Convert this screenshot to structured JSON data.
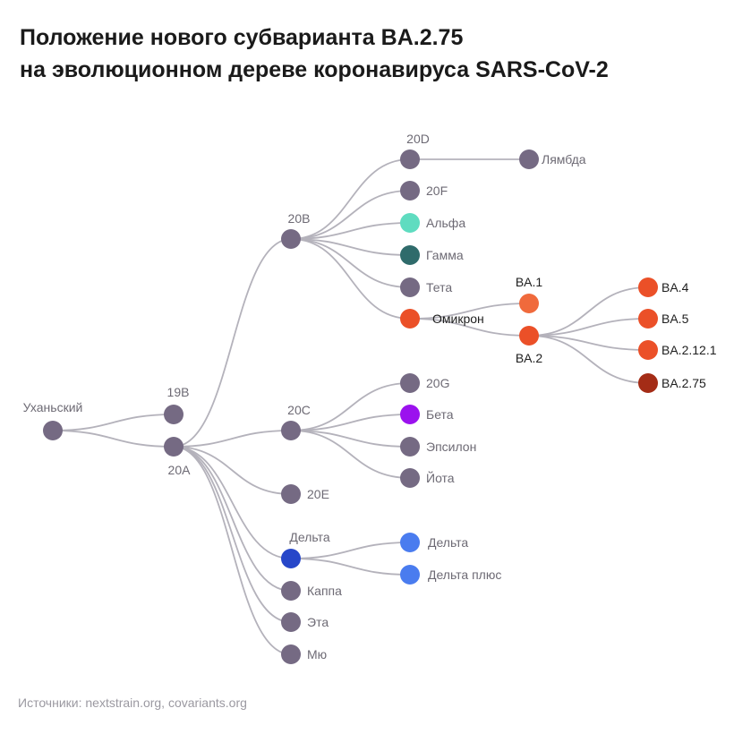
{
  "title": {
    "line1": "Положение нового субварианта BA.2.75",
    "line2": "на эволюционном дереве коронавируса SARS-CoV-2"
  },
  "source": "Источники: nextstrain.org, covariants.org",
  "colors": {
    "default": "#756a83",
    "alpha": "#5fdcc0",
    "gamma": "#2f6b6b",
    "omicron": "#eb5028",
    "ba1": "#f06a3c",
    "ba275": "#a42c16",
    "beta": "#9b12ee",
    "delta_parent": "#2747c9",
    "delta": "#4a7cef",
    "edge": "#b4b2bb"
  },
  "nodes": [
    {
      "id": "wuhan",
      "label": "Уханьский",
      "color": "default"
    },
    {
      "id": "19b",
      "label": "19B",
      "color": "default"
    },
    {
      "id": "20a",
      "label": "20A",
      "color": "default"
    },
    {
      "id": "20b",
      "label": "20B",
      "color": "default"
    },
    {
      "id": "20d",
      "label": "20D",
      "color": "default"
    },
    {
      "id": "lambda",
      "label": "Лямбда",
      "color": "default"
    },
    {
      "id": "20f",
      "label": "20F",
      "color": "default"
    },
    {
      "id": "alpha",
      "label": "Альфа",
      "color": "alpha"
    },
    {
      "id": "gamma",
      "label": "Гамма",
      "color": "gamma"
    },
    {
      "id": "theta",
      "label": "Тета",
      "color": "default"
    },
    {
      "id": "omicron",
      "label": "Омикрон",
      "color": "omicron"
    },
    {
      "id": "ba1",
      "label": "BA.1",
      "color": "ba1"
    },
    {
      "id": "ba2",
      "label": "BA.2",
      "color": "omicron"
    },
    {
      "id": "ba4",
      "label": "BA.4",
      "color": "omicron"
    },
    {
      "id": "ba5",
      "label": "BA.5",
      "color": "omicron"
    },
    {
      "id": "ba2121",
      "label": "BA.2.12.1",
      "color": "omicron"
    },
    {
      "id": "ba275",
      "label": "BA.2.75",
      "color": "ba275"
    },
    {
      "id": "20c",
      "label": "20C",
      "color": "default"
    },
    {
      "id": "20g",
      "label": "20G",
      "color": "default"
    },
    {
      "id": "beta",
      "label": "Бета",
      "color": "beta"
    },
    {
      "id": "epsilon",
      "label": "Эпсилон",
      "color": "default"
    },
    {
      "id": "iota",
      "label": "Йота",
      "color": "default"
    },
    {
      "id": "20e",
      "label": "20E",
      "color": "default"
    },
    {
      "id": "delta_parent",
      "label": "Дельта",
      "color": "delta_parent"
    },
    {
      "id": "delta",
      "label": "Дельта",
      "color": "delta"
    },
    {
      "id": "delta_plus",
      "label": "Дельта плюс",
      "color": "delta"
    },
    {
      "id": "kappa",
      "label": "Каппа",
      "color": "default"
    },
    {
      "id": "eta",
      "label": "Эта",
      "color": "default"
    },
    {
      "id": "mu",
      "label": "Мю",
      "color": "default"
    }
  ],
  "edges": [
    [
      "wuhan",
      "19b"
    ],
    [
      "wuhan",
      "20a"
    ],
    [
      "20a",
      "20b"
    ],
    [
      "20a",
      "20c"
    ],
    [
      "20a",
      "20e"
    ],
    [
      "20a",
      "delta_parent"
    ],
    [
      "20a",
      "kappa"
    ],
    [
      "20a",
      "eta"
    ],
    [
      "20a",
      "mu"
    ],
    [
      "20b",
      "20d"
    ],
    [
      "20b",
      "20f"
    ],
    [
      "20b",
      "alpha"
    ],
    [
      "20b",
      "gamma"
    ],
    [
      "20b",
      "theta"
    ],
    [
      "20b",
      "omicron"
    ],
    [
      "20d",
      "lambda"
    ],
    [
      "omicron",
      "ba1"
    ],
    [
      "omicron",
      "ba2"
    ],
    [
      "ba2",
      "ba4"
    ],
    [
      "ba2",
      "ba5"
    ],
    [
      "ba2",
      "ba2121"
    ],
    [
      "ba2",
      "ba275"
    ],
    [
      "20c",
      "20g"
    ],
    [
      "20c",
      "beta"
    ],
    [
      "20c",
      "epsilon"
    ],
    [
      "20c",
      "iota"
    ],
    [
      "delta_parent",
      "delta"
    ],
    [
      "delta_parent",
      "delta_plus"
    ]
  ]
}
